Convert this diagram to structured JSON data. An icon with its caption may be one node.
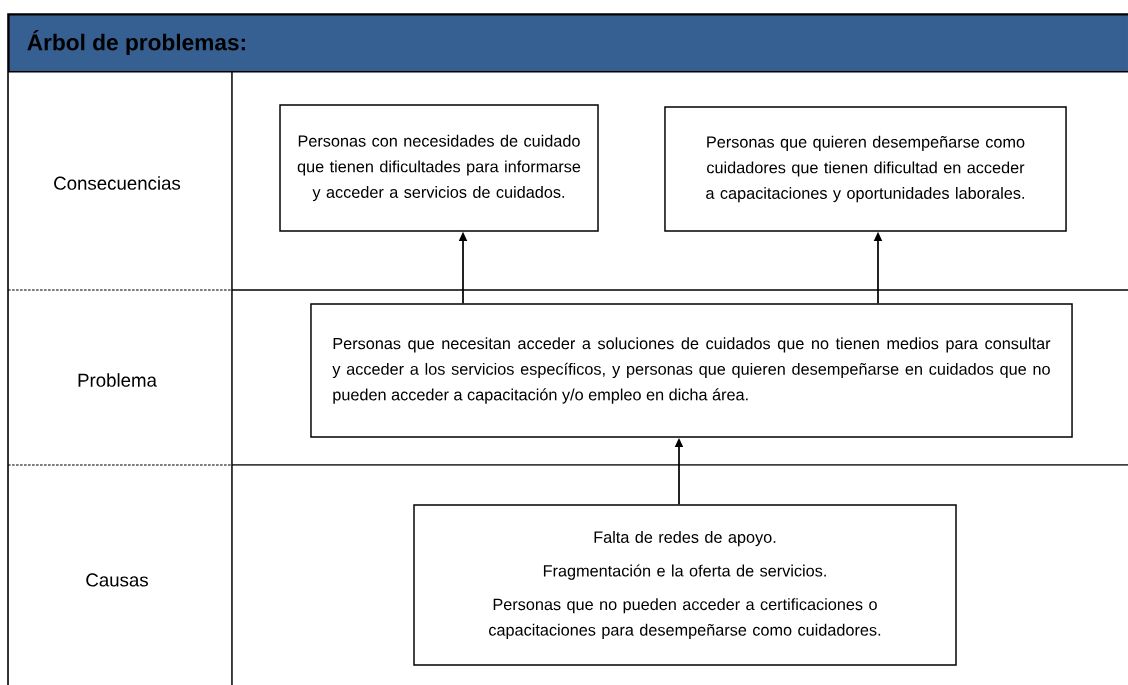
{
  "diagram": {
    "title": "Árbol de problemas:",
    "nodes": [
      {
        "text": [
          "Personas con necesidades de cuidado que tienen dificultades para informarse y acceder a servicios de cuidados."
        ]
      },
      {
        "text": [
          "Personas que quieren desempeñarse como cuidadores que tienen dificultad en acceder a capacitaciones y oportunidades laborales."
        ]
      },
      {
        "text": [
          "Personas que necesitan acceder a soluciones de cuidados que no tienen medios para consultar y acceder a los servicios específicos, y personas que quieren desempeñarse en cuidados que no pueden acceder a capacitación y/o empleo en dicha área."
        ]
      },
      {
        "text": [
          "Falta de redes de apoyo.",
          "Fragmentación e la oferta de servicios.",
          "Personas que no pueden acceder a certificaciones o capacitaciones para desempeñarse como cuidadores."
        ]
      }
    ],
    "edges": [
      {
        "from": 2,
        "to": 0,
        "arrow": "to"
      },
      {
        "from": 2,
        "to": 1,
        "arrow": "to"
      },
      {
        "from": 3,
        "to": 2,
        "arrow": "to"
      }
    ],
    "labels": [
      "Consecuencias",
      "Problema",
      "Causas"
    ]
  }
}
